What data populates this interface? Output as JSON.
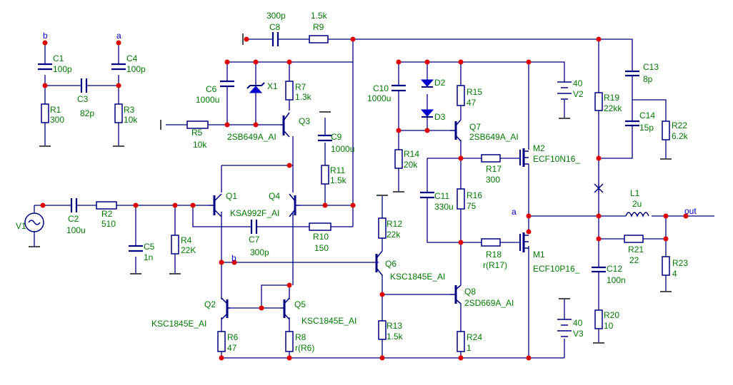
{
  "components": {
    "C1": {
      "ref": "C1",
      "value": "100p"
    },
    "C2": {
      "ref": "C2",
      "value": "100u"
    },
    "C3": {
      "ref": "C3",
      "value": "82p"
    },
    "C4": {
      "ref": "C4",
      "value": "100p"
    },
    "C5": {
      "ref": "C5",
      "value": "1n"
    },
    "C6": {
      "ref": "C6",
      "value": "1000u"
    },
    "C7": {
      "ref": "C7",
      "value": "300p"
    },
    "C8": {
      "ref": "C8",
      "value": "300p"
    },
    "C9": {
      "ref": "C9",
      "value": "1000u"
    },
    "C10": {
      "ref": "C10",
      "value": "1000u"
    },
    "C11": {
      "ref": "C11",
      "value": "330u"
    },
    "C12": {
      "ref": "C12",
      "value": "100n"
    },
    "C13": {
      "ref": "C13",
      "value": "8p"
    },
    "C14": {
      "ref": "C14",
      "value": "15p"
    },
    "R1": {
      "ref": "R1",
      "value": "300"
    },
    "R2": {
      "ref": "R2",
      "value": "510"
    },
    "R3": {
      "ref": "R3",
      "value": "10k"
    },
    "R4": {
      "ref": "R4",
      "value": "22K"
    },
    "R5": {
      "ref": "R5",
      "value": "10k"
    },
    "R6": {
      "ref": "R6",
      "value": "47"
    },
    "R7": {
      "ref": "R7",
      "value": "1.3k"
    },
    "R8": {
      "ref": "R8",
      "value": "r(R6)"
    },
    "R9": {
      "ref": "R9",
      "value": "1.5k"
    },
    "R10": {
      "ref": "R10",
      "value": "150"
    },
    "R11": {
      "ref": "R11",
      "value": "1.5k"
    },
    "R12": {
      "ref": "R12",
      "value": "22k"
    },
    "R13": {
      "ref": "R13",
      "value": "1.5k"
    },
    "R14": {
      "ref": "R14",
      "value": "20k"
    },
    "R15": {
      "ref": "R15",
      "value": "47"
    },
    "R16": {
      "ref": "R16",
      "value": "75"
    },
    "R17": {
      "ref": "R17",
      "value": "300"
    },
    "R18": {
      "ref": "R18",
      "value": "r(R17)"
    },
    "R19": {
      "ref": "R19",
      "value": "22kk"
    },
    "R20": {
      "ref": "R20",
      "value": "10"
    },
    "R21": {
      "ref": "R21",
      "value": "22"
    },
    "R22": {
      "ref": "R22",
      "value": "6.2k"
    },
    "R23": {
      "ref": "R23",
      "value": "4"
    },
    "R24": {
      "ref": "R24",
      "value": "1"
    },
    "L1": {
      "ref": "L1",
      "value": "2u"
    },
    "Q1": {
      "ref": "Q1"
    },
    "Q2": {
      "ref": "Q2",
      "model": "KSC1845E_AI"
    },
    "Q3": {
      "ref": "Q3",
      "model": "2SB649A_AI"
    },
    "Q4": {
      "ref": "Q4",
      "model": "KSA992F_AI"
    },
    "Q5": {
      "ref": "Q5",
      "model": "KSC1845E_AI"
    },
    "Q6": {
      "ref": "Q6",
      "model": "KSC1845E_AI"
    },
    "Q7": {
      "ref": "Q7",
      "model": "2SB649A_AI"
    },
    "Q8": {
      "ref": "Q8",
      "model": "2SD669A_AI"
    },
    "M1": {
      "ref": "M1",
      "model": "ECF10P16_"
    },
    "M2": {
      "ref": "M2",
      "model": "ECF10N16_"
    },
    "D2": {
      "ref": "D2"
    },
    "D3": {
      "ref": "D3"
    },
    "X1": {
      "ref": "X1"
    },
    "V1": {
      "ref": "V1"
    },
    "V2": {
      "ref": "V2",
      "value": "40"
    },
    "V3": {
      "ref": "V3",
      "value": "40"
    }
  },
  "nodes": {
    "a": "a",
    "b": "b",
    "out": "out"
  },
  "colors": {
    "wire": "#000080",
    "junction": "#e00000",
    "label": "#007a00",
    "node_label": "#0000cc"
  }
}
